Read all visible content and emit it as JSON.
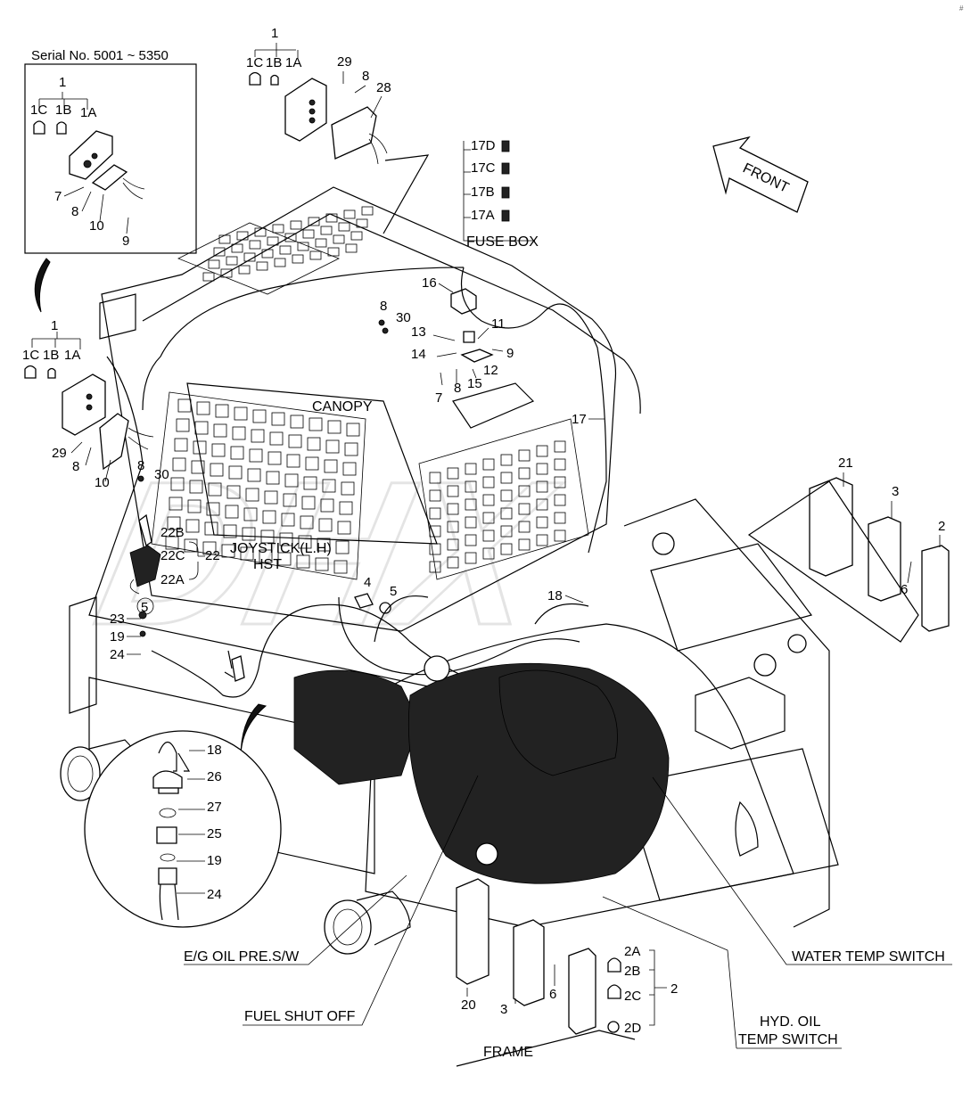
{
  "serial_box": {
    "title": "Serial No. 5001 ~ 5350"
  },
  "labels": {
    "p1_top": "1",
    "p1C_top": "1C",
    "p1B_top": "1B",
    "p1A_top": "1A",
    "p29_top": "29",
    "p8_top": "8",
    "p28": "28",
    "p1_box": "1",
    "p1C_box": "1C",
    "p1B_box": "1B",
    "p1A_box": "1A",
    "p7_box": "7",
    "p8_box": "8",
    "p10_box": "10",
    "p9_box": "9",
    "p1_left": "1",
    "p1C_left": "1C",
    "p1B_left": "1B",
    "p1A_left": "1A",
    "p29_left": "29",
    "p8_left": "8",
    "p10_left": "10",
    "p8_left2": "8",
    "p30_left": "30",
    "p17D": "17D",
    "p17C": "17C",
    "p17B": "17B",
    "p17A": "17A",
    "p16": "16",
    "p8_mid": "8",
    "p30_mid": "30",
    "p11": "11",
    "p13": "13",
    "p14": "14",
    "p9_mid": "9",
    "p12": "12",
    "p7_mid": "7",
    "p8_mid2": "8",
    "p15": "15",
    "p17": "17",
    "p21": "21",
    "p3_right": "3",
    "p2_right": "2",
    "p6_right": "6",
    "p22B": "22B",
    "p22C": "22C",
    "p22": "22",
    "p22A": "22A",
    "p5_circle": "5",
    "p4": "4",
    "p5": "5",
    "p18": "18",
    "p23": "23",
    "p19": "19",
    "p24": "24",
    "d18": "18",
    "d26": "26",
    "d27": "27",
    "d25": "25",
    "d19": "19",
    "d24": "24",
    "p20": "20",
    "p3_bottom": "3",
    "p6_bottom": "6",
    "p2A": "2A",
    "p2B": "2B",
    "p2C": "2C",
    "p2D": "2D",
    "p2_bottom": "2"
  },
  "captions": {
    "fuse_box": "FUSE BOX",
    "front": "FRONT",
    "canopy": "CANOPY",
    "joystick": "JOYSTICK(L.H)",
    "hst": "HST",
    "eg_oil": "E/G OIL PRE.S/W",
    "fuel_shut": "FUEL SHUT OFF",
    "frame": "FRAME",
    "water_temp": "WATER TEMP SWITCH",
    "hyd_oil_1": "HYD. OIL",
    "hyd_oil_2": "TEMP SWITCH"
  },
  "corner_mark": "#"
}
